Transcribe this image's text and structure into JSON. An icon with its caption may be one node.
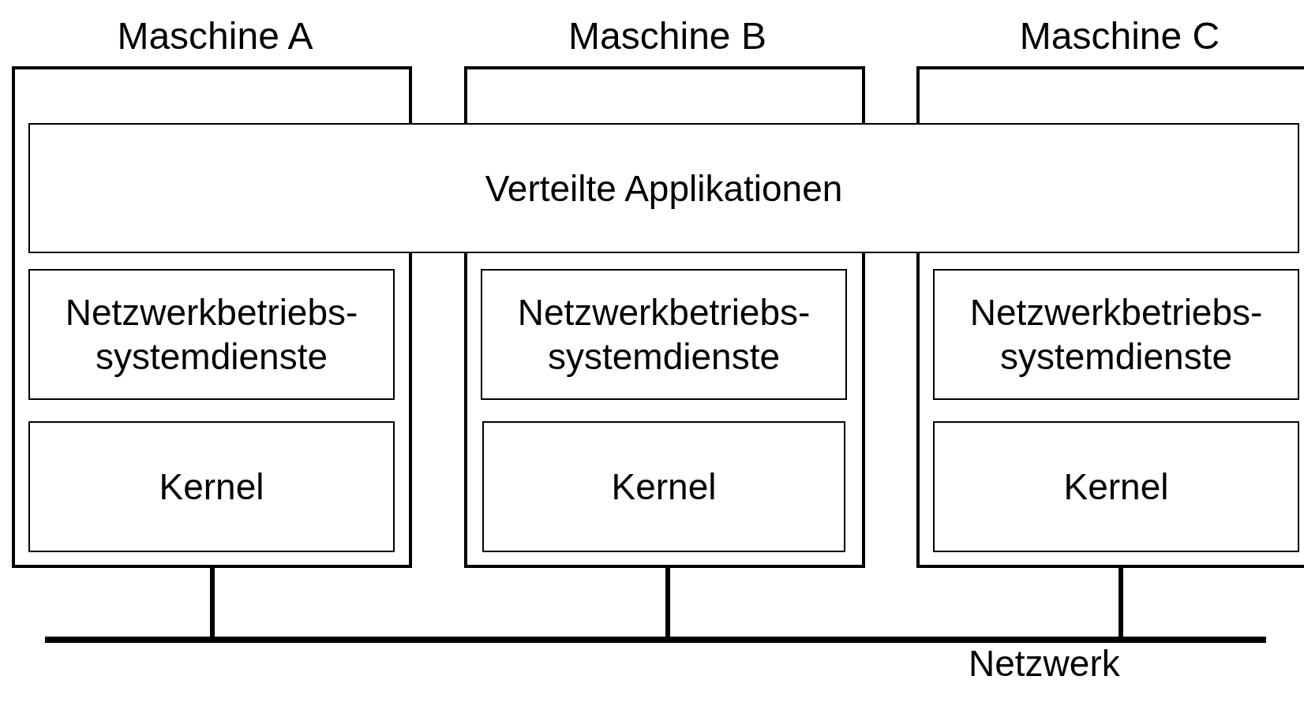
{
  "diagram": {
    "nodes": [
      {
        "text": [
          "Maschine A"
        ]
      },
      {
        "text": [
          "Maschine B"
        ]
      },
      {
        "text": [
          "Maschine C"
        ]
      },
      {
        "text": [
          "Verteilte Applikationen"
        ]
      },
      {
        "text": [
          "Netzwerkbetriebs- systemdienste"
        ],
        "in": 0
      },
      {
        "text": [
          "Netzwerkbetriebs- systemdienste"
        ],
        "in": 1
      },
      {
        "text": [
          "Netzwerkbetriebs- systemdienste"
        ],
        "in": 2
      },
      {
        "text": [
          "Kernel"
        ],
        "in": 0
      },
      {
        "text": [
          "Kernel"
        ],
        "in": 1
      },
      {
        "text": [
          "Kernel"
        ],
        "in": 2
      },
      {
        "text": [
          "Netzwerk"
        ]
      }
    ],
    "edges": [
      {
        "from": 0,
        "to": 10,
        "arrow": "none"
      },
      {
        "from": 1,
        "to": 10,
        "arrow": "none"
      },
      {
        "from": 2,
        "to": 10,
        "arrow": "none"
      }
    ]
  }
}
